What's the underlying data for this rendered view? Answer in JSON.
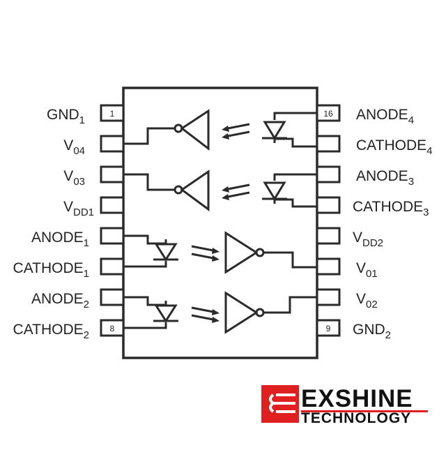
{
  "left_pins": [
    {
      "num": "1",
      "name": "GND",
      "sub": "1"
    },
    {
      "num": "",
      "name": "V",
      "sub": "04"
    },
    {
      "num": "",
      "name": "V",
      "sub": "03"
    },
    {
      "num": "",
      "name": "V",
      "sub": "DD1"
    },
    {
      "num": "",
      "name": "ANODE",
      "sub": "1"
    },
    {
      "num": "",
      "name": "CATHODE",
      "sub": "1"
    },
    {
      "num": "",
      "name": "ANODE",
      "sub": "2"
    },
    {
      "num": "8",
      "name": "CATHODE",
      "sub": "2"
    }
  ],
  "right_pins": [
    {
      "num": "16",
      "name": "ANODE",
      "sub": "4"
    },
    {
      "num": "",
      "name": "CATHODE",
      "sub": "4"
    },
    {
      "num": "",
      "name": "ANODE",
      "sub": "3"
    },
    {
      "num": "",
      "name": "CATHODE",
      "sub": "3"
    },
    {
      "num": "",
      "name": "V",
      "sub": "DD2"
    },
    {
      "num": "",
      "name": "V",
      "sub": "01"
    },
    {
      "num": "",
      "name": "V",
      "sub": "02"
    },
    {
      "num": "9",
      "name": "GND",
      "sub": "2"
    }
  ],
  "logo": {
    "brand": "EXSHINE",
    "tagline": "TECHNOLOGY",
    "red": "#e02020"
  }
}
